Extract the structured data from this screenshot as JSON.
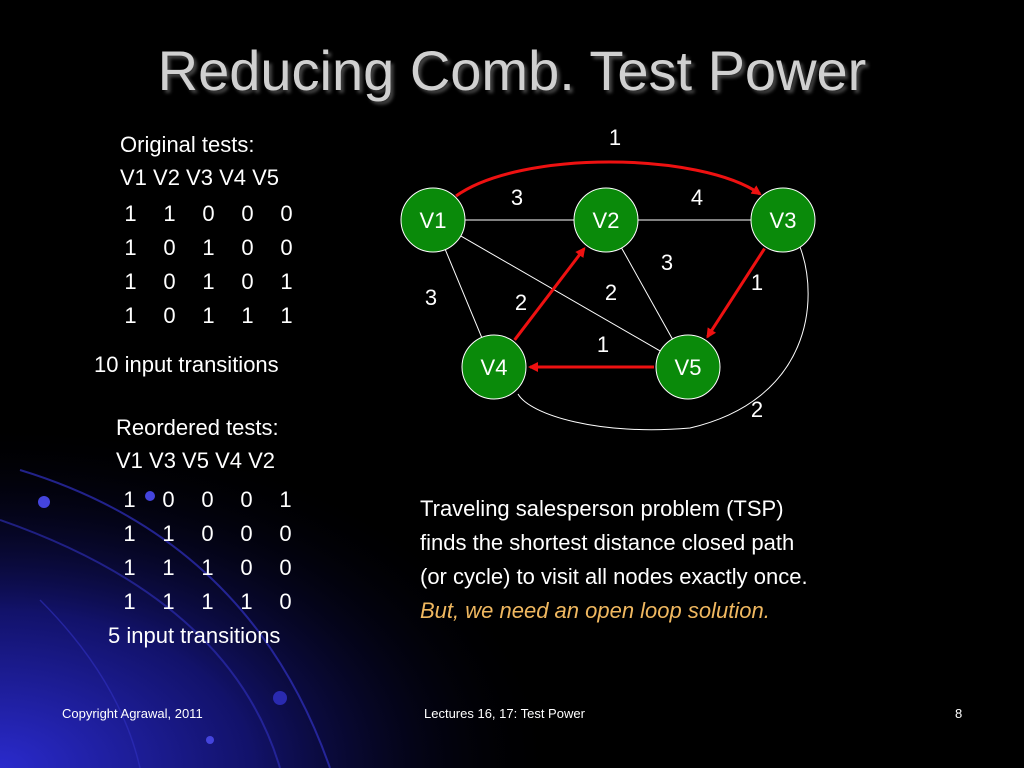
{
  "slide": {
    "title": "Reducing Comb. Test Power",
    "original": {
      "heading": "Original tests:",
      "columns": "V1 V2 V3 V4 V5",
      "rows": [
        [
          "1",
          "1",
          "0",
          "0",
          "0"
        ],
        [
          "1",
          "0",
          "1",
          "0",
          "0"
        ],
        [
          "1",
          "0",
          "1",
          "0",
          "1"
        ],
        [
          "1",
          "0",
          "1",
          "1",
          "1"
        ]
      ],
      "transitions": "10 input transitions"
    },
    "reordered": {
      "heading": "Reordered tests:",
      "columns": "V1 V3 V5 V4 V2",
      "rows": [
        [
          "1",
          "0",
          "0",
          "0",
          "1"
        ],
        [
          "1",
          "1",
          "0",
          "0",
          "0"
        ],
        [
          "1",
          "1",
          "1",
          "0",
          "0"
        ],
        [
          "1",
          "1",
          "1",
          "1",
          "0"
        ]
      ],
      "transitions": "5 input transitions"
    },
    "tsp": {
      "line1": "Traveling salesperson problem (TSP)",
      "line2": "finds the shortest distance closed path",
      "line3": "(or cycle) to visit all nodes exactly once.",
      "highlight": "But, we need an open loop solution."
    },
    "footer": {
      "left": "Copyright Agrawal, 2011",
      "center": "Lectures 16, 17: Test Power",
      "page": "8"
    }
  },
  "graph": {
    "nodes": [
      "V1",
      "V2",
      "V3",
      "V4",
      "V5"
    ],
    "node_fill": "#0a8a0a",
    "edge_color": "#ffffff",
    "highlight_color": "#ee1111",
    "edges": [
      {
        "from": "V1",
        "to": "V2",
        "weight": "3",
        "highlight": false
      },
      {
        "from": "V2",
        "to": "V3",
        "weight": "4",
        "highlight": false
      },
      {
        "from": "V1",
        "to": "V4",
        "weight": "3",
        "highlight": false
      },
      {
        "from": "V1",
        "to": "V5",
        "weight": "2",
        "highlight": false
      },
      {
        "from": "V2",
        "to": "V5",
        "weight": "3",
        "highlight": false
      },
      {
        "from": "V3",
        "to": "V4",
        "weight": "2",
        "highlight": false
      },
      {
        "from": "V1",
        "to": "V3",
        "weight": "1",
        "highlight": true
      },
      {
        "from": "V3",
        "to": "V5",
        "weight": "1",
        "highlight": true
      },
      {
        "from": "V5",
        "to": "V4",
        "weight": "1",
        "highlight": true
      },
      {
        "from": "V4",
        "to": "V2",
        "weight": "2",
        "highlight": true
      }
    ]
  }
}
